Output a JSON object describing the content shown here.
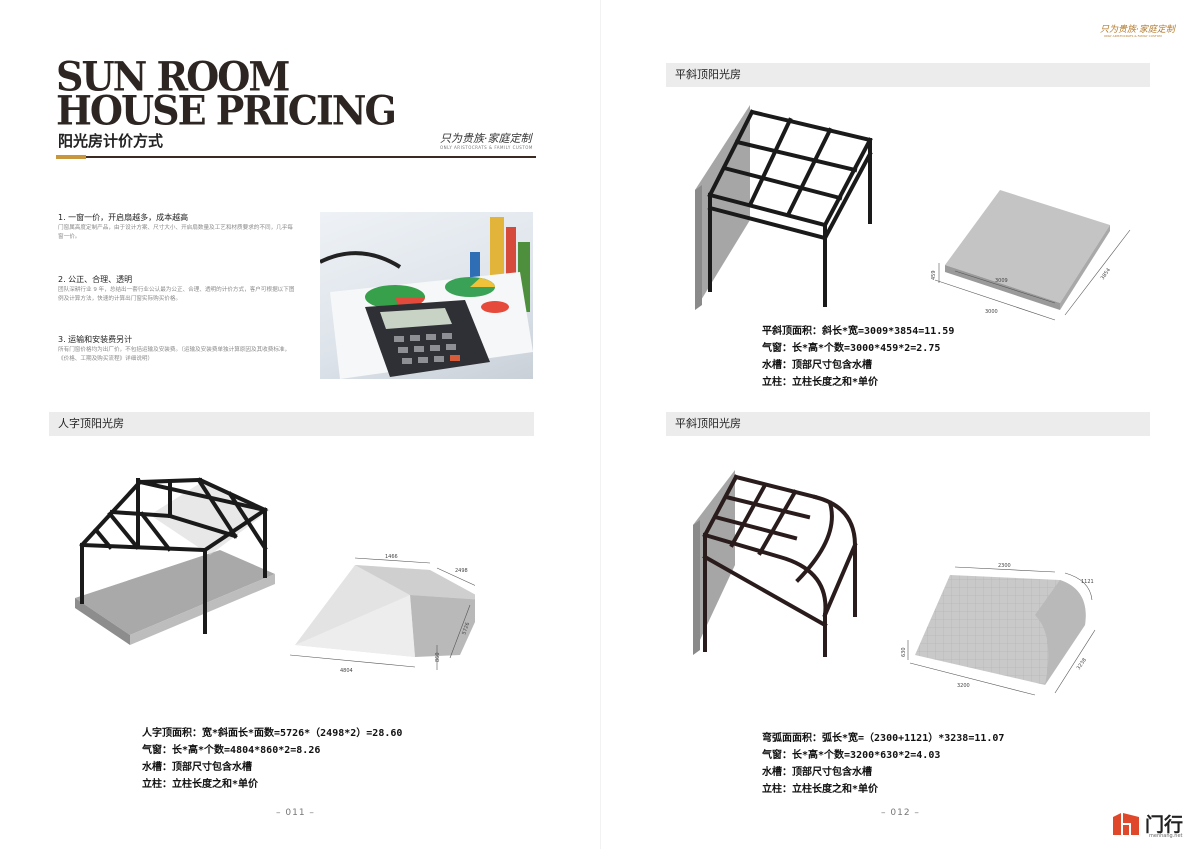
{
  "brand": {
    "top_right": "只为贵族·家庭定制",
    "mini": "只为贵族·家庭定制",
    "mini_sub": "ONLY ARISTOCRATS & FAMILY CUSTOM"
  },
  "title": {
    "line1": "SUN ROOM",
    "line2": "HOUSE PRICING",
    "cn": "阳光房计价方式"
  },
  "notes": [
    {
      "heading": "1. 一窗一价，开启扇越多，成本越高",
      "body": "门窗属高度定制产品，由于设计方案、尺寸大小、开启扇数量及工艺和材质要求的不同，几乎每窗一价。"
    },
    {
      "heading": "2. 公正、合理、透明",
      "body": "团队深耕行业 9 年，总结出一套行业公认最为公正、合理、透明的计价方式，客户可根据以下图例及计算方法，快速的计算出门窗实际购买价格。"
    },
    {
      "heading": "3. 运输和安装费另计",
      "body": "所有门窗价格均为出厂价，不包括运输及安装费。（运输及安装费单独计算原因及其收费标准，《价格、工期及购买流程》详细说明）"
    }
  ],
  "sections": {
    "left": {
      "title": "人字顶阳光房",
      "formulas": [
        "人字顶面积：宽*斜面长*面数=5726*（2498*2）=28.60",
        "气窗：长*高*个数=4804*860*2=8.26",
        "水槽：顶部尺寸包含水槽",
        "立柱：立柱长度之和*单价"
      ],
      "dims": {
        "a": "1466",
        "b": "2498",
        "c": "5726",
        "d": "4804",
        "e": "860"
      }
    },
    "right_top": {
      "title": "平斜顶阳光房",
      "formulas": [
        "平斜顶面积：斜长*宽=3009*3854=11.59",
        "气窗：长*高*个数=3000*459*2=2.75",
        "水槽：顶部尺寸包含水槽",
        "立柱：立柱长度之和*单价"
      ],
      "dims": {
        "a": "3009",
        "b": "3854",
        "c": "3000",
        "d": "459"
      }
    },
    "right_bottom": {
      "title": "平斜顶阳光房",
      "formulas": [
        "弯弧面面积：弧长*宽=（2300+1121）*3238=11.07",
        "气窗：长*高*个数=3200*630*2=4.03",
        "水槽：顶部尺寸包含水槽",
        "立柱：立柱长度之和*单价"
      ],
      "dims": {
        "a": "2300",
        "b": "1121",
        "c": "3238",
        "d": "3200",
        "e": "630"
      }
    }
  },
  "page_numbers": {
    "left": "– 011 –",
    "right": "– 012 –"
  },
  "watermark": {
    "name": "门行",
    "url": "menhang.net"
  },
  "colors": {
    "accent": "#c8973d",
    "frame": "#1a1a1a",
    "bar_bg": "#ececec"
  }
}
